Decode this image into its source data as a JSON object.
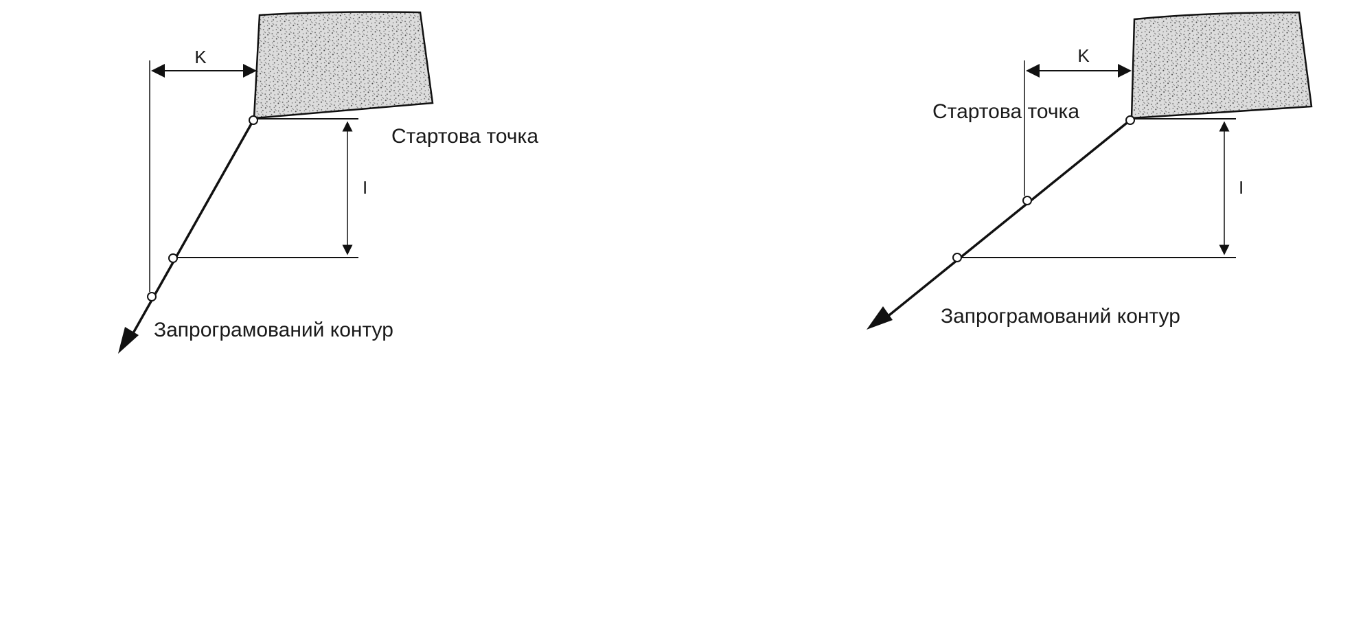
{
  "diagrams": [
    {
      "dim_k": "K",
      "dim_i": "I",
      "start_label": "Стартова точка",
      "contour_label": "Запрограмований контур"
    },
    {
      "dim_k": "K",
      "dim_i": "I",
      "start_label": "Стартова точка",
      "contour_label": "Запрограмований контур"
    }
  ],
  "colors": {
    "ink": "#111111",
    "block_fill": "#d9d9d9",
    "speckle": "#555555"
  }
}
